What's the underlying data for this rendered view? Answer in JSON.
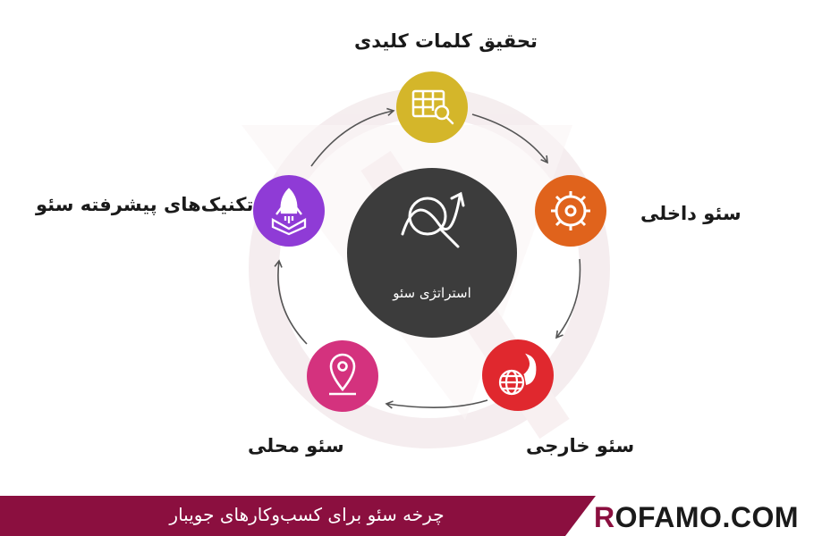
{
  "diagram": {
    "center": {
      "label": "استراتژی سئو",
      "icon": "chart-search-icon",
      "color": "#3c3c3c"
    },
    "nodes": [
      {
        "id": "keyword",
        "label": "تحقیق کلمات کلیدی",
        "icon": "table-search-icon",
        "color": "#d4b62a"
      },
      {
        "id": "onpage",
        "label": "سئو داخلی",
        "icon": "gear-icon",
        "color": "#e0631c"
      },
      {
        "id": "offpage",
        "label": "سئو خارجی",
        "icon": "globe-fire-icon",
        "color": "#e0282e"
      },
      {
        "id": "local",
        "label": "سئو محلی",
        "icon": "map-pin-icon",
        "color": "#d4327e"
      },
      {
        "id": "advanced",
        "label": "تکنیک‌های پیشرفته سئو",
        "icon": "rocket-icon",
        "color": "#8f3bd6"
      }
    ]
  },
  "footer": {
    "title": "چرخه سئو برای کسب‌وکارهای جویبار",
    "brand_r": "R",
    "brand_rest": "OFAMO.COM",
    "bg_color": "#8b0f3f"
  }
}
